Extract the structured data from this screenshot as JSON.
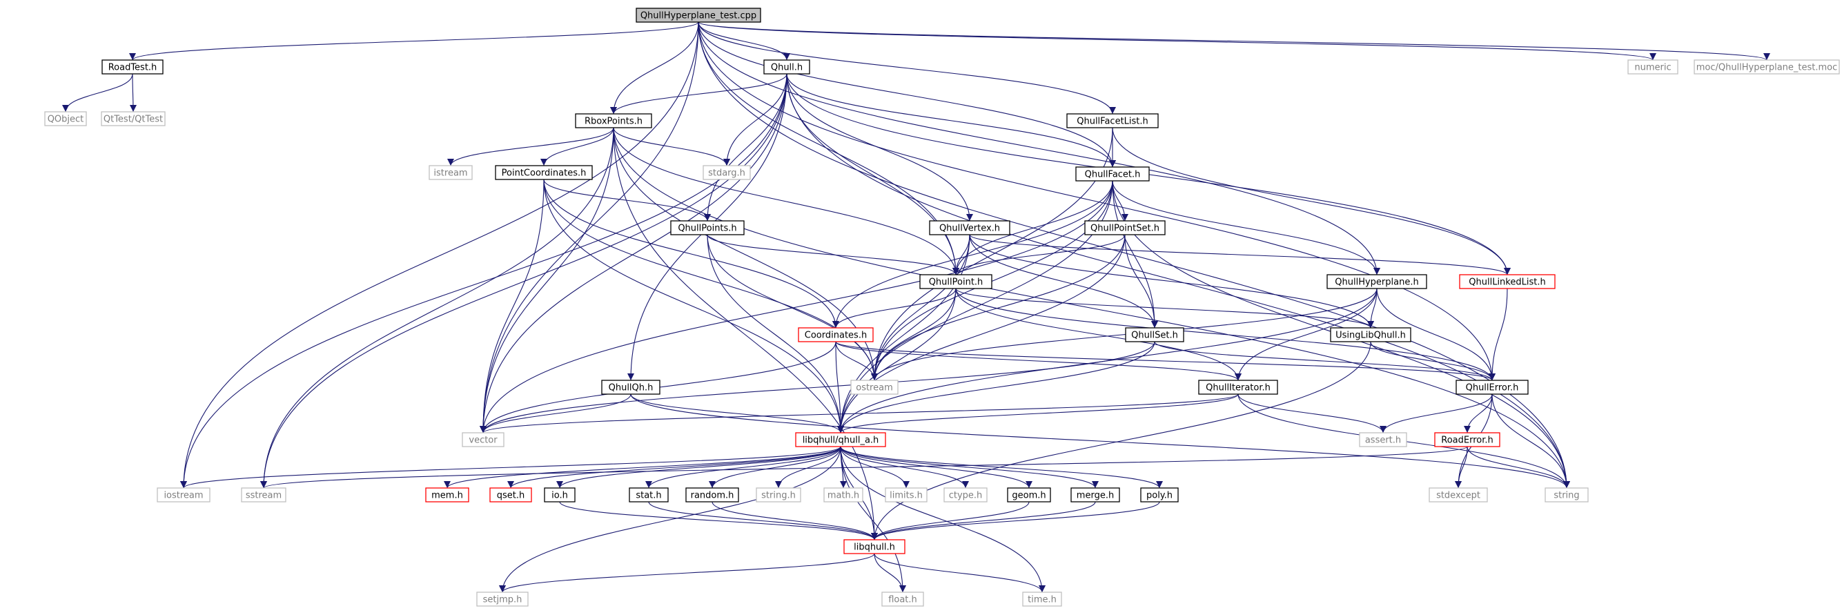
{
  "colors": {
    "edge": "#191970",
    "root_fill": "#bfbfbf",
    "documented_border": "#000000",
    "external_border": "#bfbfbf",
    "external_text": "#7f7f7f",
    "truncated_border": "#ff0000"
  },
  "nodes": [
    {
      "id": "root",
      "label": "QhullHyperplane_test.cpp",
      "kind": "root"
    },
    {
      "id": "roadtest",
      "label": "RoadTest.h",
      "kind": "doc"
    },
    {
      "id": "qobject",
      "label": "QObject",
      "kind": "ext"
    },
    {
      "id": "qttest",
      "label": "QtTest/QtTest",
      "kind": "ext"
    },
    {
      "id": "qhull",
      "label": "Qhull.h",
      "kind": "doc"
    },
    {
      "id": "rboxpoints",
      "label": "RboxPoints.h",
      "kind": "doc"
    },
    {
      "id": "istream",
      "label": "istream",
      "kind": "ext"
    },
    {
      "id": "pointcoords",
      "label": "PointCoordinates.h",
      "kind": "doc"
    },
    {
      "id": "stdarg",
      "label": "stdarg.h",
      "kind": "ext"
    },
    {
      "id": "qhullpoints",
      "label": "QhullPoints.h",
      "kind": "doc"
    },
    {
      "id": "qhullvertex",
      "label": "QhullVertex.h",
      "kind": "doc"
    },
    {
      "id": "qhullfacetlist",
      "label": "QhullFacetList.h",
      "kind": "doc"
    },
    {
      "id": "qhullfacet",
      "label": "QhullFacet.h",
      "kind": "doc"
    },
    {
      "id": "qhullpointset",
      "label": "QhullPointSet.h",
      "kind": "doc"
    },
    {
      "id": "qhullpoint",
      "label": "QhullPoint.h",
      "kind": "doc"
    },
    {
      "id": "coordinates",
      "label": "Coordinates.h",
      "kind": "red"
    },
    {
      "id": "qhullhyperplane",
      "label": "QhullHyperplane.h",
      "kind": "doc"
    },
    {
      "id": "qhulllinkedlist",
      "label": "QhullLinkedList.h",
      "kind": "red"
    },
    {
      "id": "usinglibqhull",
      "label": "UsingLibQhull.h",
      "kind": "doc"
    },
    {
      "id": "qhullset",
      "label": "QhullSet.h",
      "kind": "doc"
    },
    {
      "id": "ostream",
      "label": "ostream",
      "kind": "ext"
    },
    {
      "id": "qhullqh",
      "label": "QhullQh.h",
      "kind": "doc"
    },
    {
      "id": "qhulliterator",
      "label": "QhullIterator.h",
      "kind": "doc"
    },
    {
      "id": "qhullerror",
      "label": "QhullError.h",
      "kind": "doc"
    },
    {
      "id": "vector",
      "label": "vector",
      "kind": "ext"
    },
    {
      "id": "libqhull_a",
      "label": "libqhull/qhull_a.h",
      "kind": "red"
    },
    {
      "id": "asserth",
      "label": "assert.h",
      "kind": "ext"
    },
    {
      "id": "roaderror",
      "label": "RoadError.h",
      "kind": "red"
    },
    {
      "id": "iostream",
      "label": "iostream",
      "kind": "ext"
    },
    {
      "id": "sstream",
      "label": "sstream",
      "kind": "ext"
    },
    {
      "id": "memh",
      "label": "mem.h",
      "kind": "red"
    },
    {
      "id": "qseth",
      "label": "qset.h",
      "kind": "red"
    },
    {
      "id": "ioh",
      "label": "io.h",
      "kind": "doc"
    },
    {
      "id": "stath",
      "label": "stat.h",
      "kind": "doc"
    },
    {
      "id": "randomh",
      "label": "random.h",
      "kind": "doc"
    },
    {
      "id": "stringh",
      "label": "string.h",
      "kind": "ext"
    },
    {
      "id": "mathh",
      "label": "math.h",
      "kind": "ext"
    },
    {
      "id": "limitsh",
      "label": "limits.h",
      "kind": "ext"
    },
    {
      "id": "ctypeh",
      "label": "ctype.h",
      "kind": "ext"
    },
    {
      "id": "geomh",
      "label": "geom.h",
      "kind": "doc"
    },
    {
      "id": "mergeh",
      "label": "merge.h",
      "kind": "doc"
    },
    {
      "id": "polyh",
      "label": "poly.h",
      "kind": "doc"
    },
    {
      "id": "stdexcept",
      "label": "stdexcept",
      "kind": "ext"
    },
    {
      "id": "string",
      "label": "string",
      "kind": "ext"
    },
    {
      "id": "libqhullh",
      "label": "libqhull.h",
      "kind": "red"
    },
    {
      "id": "setjmph",
      "label": "setjmp.h",
      "kind": "ext"
    },
    {
      "id": "floath",
      "label": "float.h",
      "kind": "ext"
    },
    {
      "id": "timeh",
      "label": "time.h",
      "kind": "ext"
    },
    {
      "id": "numeric",
      "label": "numeric",
      "kind": "ext"
    },
    {
      "id": "moc",
      "label": "moc/QhullHyperplane_test.moc",
      "kind": "ext"
    }
  ],
  "edges": [
    [
      "root",
      "roadtest"
    ],
    [
      "root",
      "qhull"
    ],
    [
      "root",
      "rboxpoints"
    ],
    [
      "root",
      "qhullfacetlist"
    ],
    [
      "root",
      "qhullfacet"
    ],
    [
      "root",
      "qhullpoint"
    ],
    [
      "root",
      "qhullhyperplane"
    ],
    [
      "root",
      "qhullerror"
    ],
    [
      "root",
      "vector"
    ],
    [
      "root",
      "iostream"
    ],
    [
      "root",
      "string"
    ],
    [
      "root",
      "numeric"
    ],
    [
      "root",
      "moc"
    ],
    [
      "roadtest",
      "qobject"
    ],
    [
      "roadtest",
      "qttest"
    ],
    [
      "qhull",
      "rboxpoints"
    ],
    [
      "qhull",
      "stdarg"
    ],
    [
      "qhull",
      "qhullpoints"
    ],
    [
      "qhull",
      "qhullvertex"
    ],
    [
      "qhull",
      "qhullfacet"
    ],
    [
      "qhull",
      "qhullpoint"
    ],
    [
      "qhull",
      "qhullqh"
    ],
    [
      "qhull",
      "qhulllinkedlist"
    ],
    [
      "qhull",
      "vector"
    ],
    [
      "qhull",
      "iostream"
    ],
    [
      "qhull",
      "sstream"
    ],
    [
      "qhull",
      "string"
    ],
    [
      "rboxpoints",
      "istream"
    ],
    [
      "rboxpoints",
      "pointcoords"
    ],
    [
      "rboxpoints",
      "stdarg"
    ],
    [
      "rboxpoints",
      "qhullpoint"
    ],
    [
      "rboxpoints",
      "ostream"
    ],
    [
      "rboxpoints",
      "vector"
    ],
    [
      "rboxpoints",
      "sstream"
    ],
    [
      "rboxpoints",
      "libqhullh"
    ],
    [
      "rboxpoints",
      "string"
    ],
    [
      "pointcoords",
      "qhullpoints"
    ],
    [
      "pointcoords",
      "coordinates"
    ],
    [
      "pointcoords",
      "ostream"
    ],
    [
      "pointcoords",
      "vector"
    ],
    [
      "pointcoords",
      "libqhull_a"
    ],
    [
      "qhullpoints",
      "qhullpoint"
    ],
    [
      "qhullpoints",
      "ostream"
    ],
    [
      "qhullpoints",
      "libqhull_a"
    ],
    [
      "qhullvertex",
      "qhullpoint"
    ],
    [
      "qhullvertex",
      "qhulllinkedlist"
    ],
    [
      "qhullvertex",
      "usinglibqhull"
    ],
    [
      "qhullvertex",
      "qhullset"
    ],
    [
      "qhullvertex",
      "ostream"
    ],
    [
      "qhullvertex",
      "libqhull_a"
    ],
    [
      "qhullfacetlist",
      "qhullfacet"
    ],
    [
      "qhullfacetlist",
      "qhulllinkedlist"
    ],
    [
      "qhullfacetlist",
      "ostream"
    ],
    [
      "qhullfacet",
      "qhullpointset"
    ],
    [
      "qhullfacet",
      "qhullpoint"
    ],
    [
      "qhullfacet",
      "coordinates"
    ],
    [
      "qhullfacet",
      "qhullhyperplane"
    ],
    [
      "qhullfacet",
      "qhullset"
    ],
    [
      "qhullfacet",
      "ostream"
    ],
    [
      "qhullfacet",
      "vector"
    ],
    [
      "qhullfacet",
      "libqhull_a"
    ],
    [
      "qhullfacet",
      "string"
    ],
    [
      "qhullpointset",
      "qhullpoint"
    ],
    [
      "qhullpointset",
      "qhullset"
    ],
    [
      "qhullpointset",
      "ostream"
    ],
    [
      "qhullpointset",
      "libqhull_a"
    ],
    [
      "qhullpoint",
      "coordinates"
    ],
    [
      "qhullpoint",
      "usinglibqhull"
    ],
    [
      "qhullpoint",
      "qhulliterator"
    ],
    [
      "qhullpoint",
      "qhullerror"
    ],
    [
      "qhullpoint",
      "ostream"
    ],
    [
      "qhullpoint",
      "libqhull_a"
    ],
    [
      "coordinates",
      "qhulliterator"
    ],
    [
      "coordinates",
      "qhullerror"
    ],
    [
      "coordinates",
      "ostream"
    ],
    [
      "coordinates",
      "vector"
    ],
    [
      "coordinates",
      "libqhull_a"
    ],
    [
      "qhullhyperplane",
      "usinglibqhull"
    ],
    [
      "qhullhyperplane",
      "qhullerror"
    ],
    [
      "qhullhyperplane",
      "qhulliterator"
    ],
    [
      "qhullhyperplane",
      "ostream"
    ],
    [
      "qhullhyperplane",
      "libqhull_a"
    ],
    [
      "qhulllinkedlist",
      "qhullerror"
    ],
    [
      "usinglibqhull",
      "qhullerror"
    ],
    [
      "usinglibqhull",
      "libqhullh"
    ],
    [
      "qhullset",
      "qhullerror"
    ],
    [
      "qhullset",
      "libqhull_a"
    ],
    [
      "qhullset",
      "vector"
    ],
    [
      "qhullqh",
      "libqhull_a"
    ],
    [
      "qhullqh",
      "vector"
    ],
    [
      "qhullqh",
      "string"
    ],
    [
      "qhulliterator",
      "libqhull_a"
    ],
    [
      "qhulliterator",
      "asserth"
    ],
    [
      "qhulliterator",
      "vector"
    ],
    [
      "qhulliterator",
      "string"
    ],
    [
      "qhullerror",
      "roaderror"
    ],
    [
      "qhullerror",
      "asserth"
    ],
    [
      "qhullerror",
      "stdexcept"
    ],
    [
      "qhullerror",
      "string"
    ],
    [
      "roaderror",
      "stdexcept"
    ],
    [
      "roaderror",
      "string"
    ],
    [
      "roaderror",
      "sstream"
    ],
    [
      "libqhull_a",
      "libqhullh"
    ],
    [
      "libqhull_a",
      "memh"
    ],
    [
      "libqhull_a",
      "qseth"
    ],
    [
      "libqhull_a",
      "ioh"
    ],
    [
      "libqhull_a",
      "stath"
    ],
    [
      "libqhull_a",
      "randomh"
    ],
    [
      "libqhull_a",
      "stringh"
    ],
    [
      "libqhull_a",
      "mathh"
    ],
    [
      "libqhull_a",
      "limitsh"
    ],
    [
      "libqhull_a",
      "ctypeh"
    ],
    [
      "libqhull_a",
      "geomh"
    ],
    [
      "libqhull_a",
      "mergeh"
    ],
    [
      "libqhull_a",
      "polyh"
    ],
    [
      "libqhull_a",
      "floath"
    ],
    [
      "libqhull_a",
      "setjmph"
    ],
    [
      "libqhull_a",
      "timeh"
    ],
    [
      "libqhull_a",
      "iostream"
    ],
    [
      "ioh",
      "libqhullh"
    ],
    [
      "stath",
      "libqhullh"
    ],
    [
      "randomh",
      "libqhullh"
    ],
    [
      "geomh",
      "libqhullh"
    ],
    [
      "mergeh",
      "libqhullh"
    ],
    [
      "polyh",
      "libqhullh"
    ],
    [
      "libqhullh",
      "setjmph"
    ],
    [
      "libqhullh",
      "floath"
    ],
    [
      "libqhullh",
      "timeh"
    ]
  ]
}
